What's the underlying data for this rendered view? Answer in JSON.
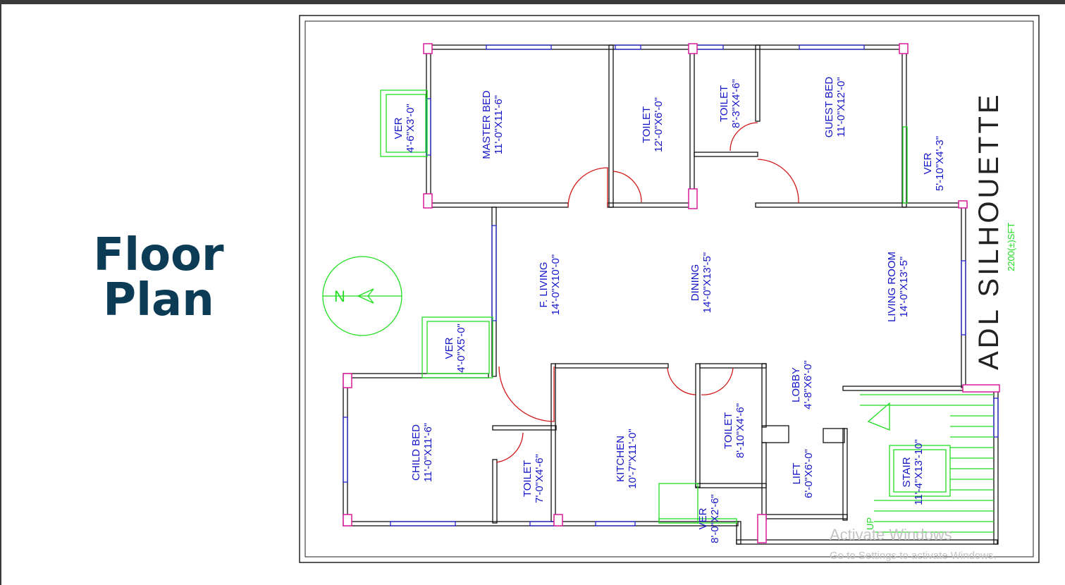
{
  "heading": {
    "line1": "Floor",
    "line2": "Plan"
  },
  "plan": {
    "title": "ADL SILHOUETTE",
    "area": "2200(±)SFT",
    "north_label": "N",
    "stair_arrow_label": "UP",
    "rooms": [
      {
        "name": "VER",
        "size": "4'-6\"X3'-0\""
      },
      {
        "name": "MASTER BED",
        "size": "11'-0\"X11'-6\""
      },
      {
        "name": "TOILET",
        "size": "12'-0\"X6'-0\""
      },
      {
        "name": "TOILET",
        "size": "8'-3\"X4'-6\""
      },
      {
        "name": "GUEST BED",
        "size": "11'-0\"X12'-0\""
      },
      {
        "name": "VER",
        "size": "5'-10\"X4'-3\""
      },
      {
        "name": "F. LIVING",
        "size": "14'-0\"X10'-0\""
      },
      {
        "name": "DINING",
        "size": "14'-0\"X13'-5\""
      },
      {
        "name": "LIVING ROOM",
        "size": "14'-0\"X13'-5\""
      },
      {
        "name": "VER",
        "size": "4'-0\"X5'-0\""
      },
      {
        "name": "CHILD BED",
        "size": "11'-0\"X11'-6\""
      },
      {
        "name": "TOILET",
        "size": "7'-0\"X4'-6\""
      },
      {
        "name": "KITCHEN",
        "size": "10'-7\"X11'-0\""
      },
      {
        "name": "TOILET",
        "size": "8'-10\"X4'-6\""
      },
      {
        "name": "LOBBY",
        "size": "4'-8\"X6'-0\""
      },
      {
        "name": "LIFT",
        "size": "6'-0\"X6'-0\""
      },
      {
        "name": "VER",
        "size": "8'-0\"X2'-6\""
      },
      {
        "name": "STAIR",
        "size": "11'-4\"X13'-10\""
      }
    ]
  },
  "watermark": {
    "line1": "Activate Windows",
    "line2": "Go to Settings to activate Windows."
  },
  "colors": {
    "heading": "#0b3b55",
    "room_text": "#1515c8",
    "green": "#22dd22",
    "door": "#d01818",
    "column": "#d81b9c"
  }
}
